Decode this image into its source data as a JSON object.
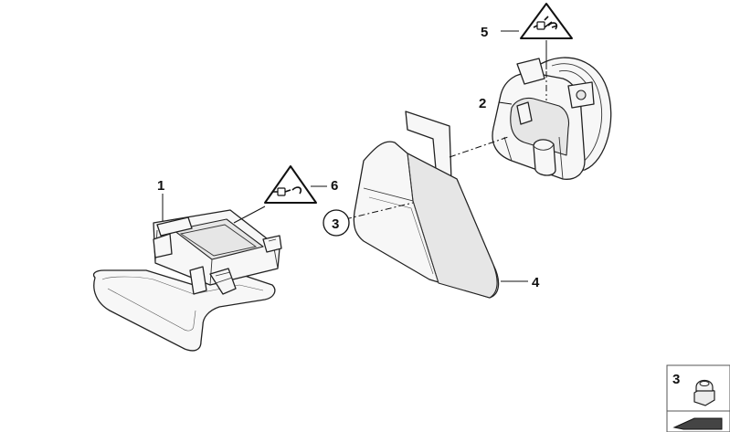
{
  "callouts": {
    "c1": "1",
    "c2": "2",
    "c3": "3",
    "c4": "4",
    "c5": "5",
    "c6": "6"
  },
  "legend": {
    "item_number": "3"
  },
  "icons": {
    "warning_connector_symbol": "warning-triangle-plug-icon"
  }
}
